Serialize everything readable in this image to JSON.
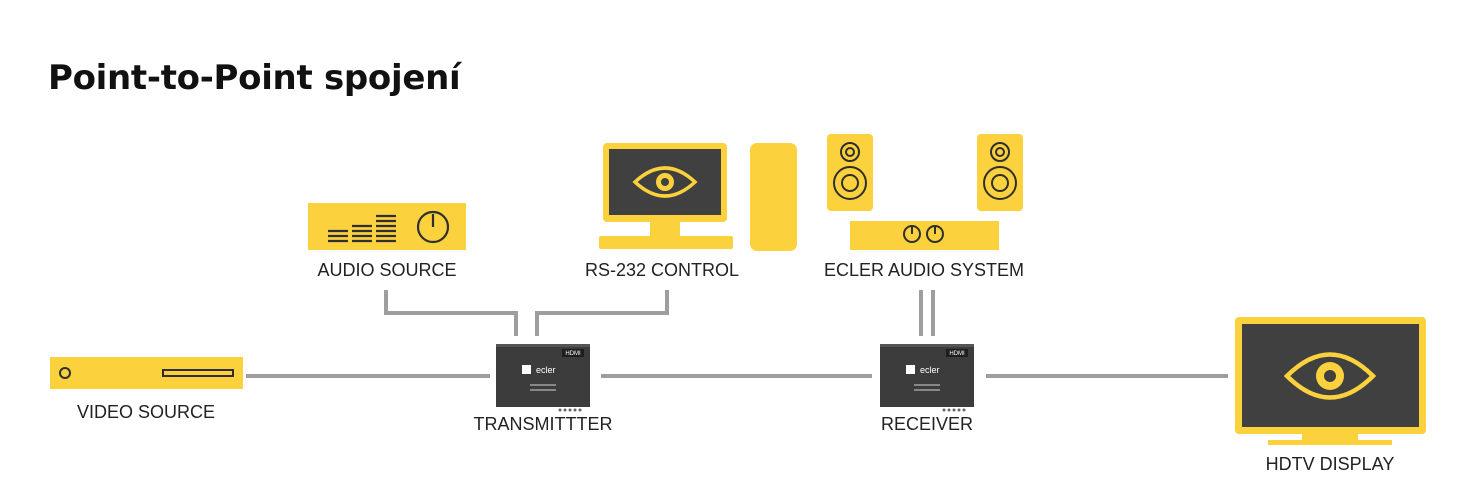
{
  "title": "Point-to-Point spojení",
  "colors": {
    "device_yellow": "#FBD13D",
    "line_gray": "#9E9E9E",
    "box_dark": "#3C3C3C",
    "screen_dark": "#404040"
  },
  "labels": {
    "audio_source": "AUDIO SOURCE",
    "rs232_control": "RS-232 CONTROL",
    "ecler_audio_system": "ECLER AUDIO SYSTEM",
    "video_source": "VIDEO SOURCE",
    "transmitter": "TRANSMITTTER",
    "receiver": "RECEIVER",
    "hdtv_display": "HDTV DISPLAY"
  },
  "device_badges": {
    "brand": "ecler",
    "hdmi_logo": "HDMI"
  }
}
